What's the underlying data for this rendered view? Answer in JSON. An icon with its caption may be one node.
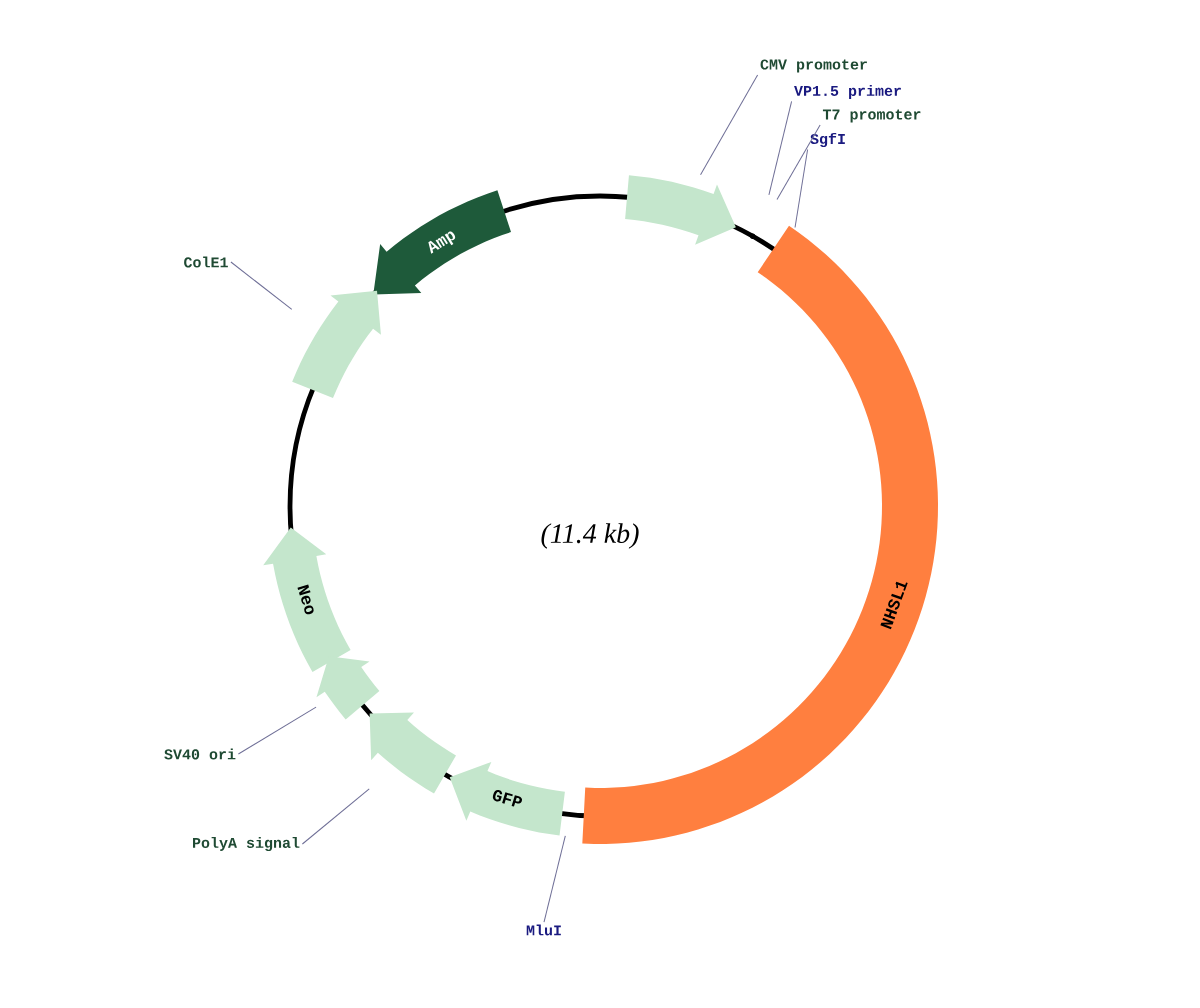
{
  "diagram": {
    "nodes": [
      {
        "text": [
          "CMV promoter"
        ]
      },
      {
        "text": [
          "VP1.5 primer"
        ]
      },
      {
        "text": [
          "T7 promoter"
        ]
      },
      {
        "text": [
          "SgfI"
        ]
      },
      {
        "text": [],
        "shape": "arrow"
      },
      {
        "text": [
          "Amp"
        ]
      },
      {
        "text": [
          "ColE1"
        ]
      },
      {
        "text": [],
        "shape": "arrow"
      },
      {
        "text": [
          "NHSL1"
        ]
      },
      {
        "text": [
          "Neo"
        ]
      },
      {
        "text": [
          "SV40 ori"
        ]
      },
      {
        "text": [],
        "shape": "arrow"
      },
      {
        "text": [
          "PolyA signal"
        ]
      },
      {
        "text": [],
        "shape": "arrow"
      },
      {
        "text": [
          "GFP"
        ]
      },
      {
        "text": [
          "MluI"
        ]
      }
    ],
    "edges": [
      {
        "from": 0,
        "to": 4,
        "arrow": "none"
      },
      {
        "from": 1,
        "to": null,
        "arrow": "none"
      },
      {
        "from": 2,
        "to": null,
        "arrow": "none"
      },
      {
        "from": 3,
        "to": 8,
        "arrow": "none"
      },
      {
        "from": 6,
        "to": 7,
        "arrow": "none"
      },
      {
        "from": 10,
        "to": 11,
        "arrow": "none"
      },
      {
        "from": 12,
        "to": 13,
        "arrow": "none"
      },
      {
        "from": 15,
        "to": 14,
        "arrow": "none"
      }
    ],
    "labels": [
      "(11.4 kb)"
    ]
  }
}
